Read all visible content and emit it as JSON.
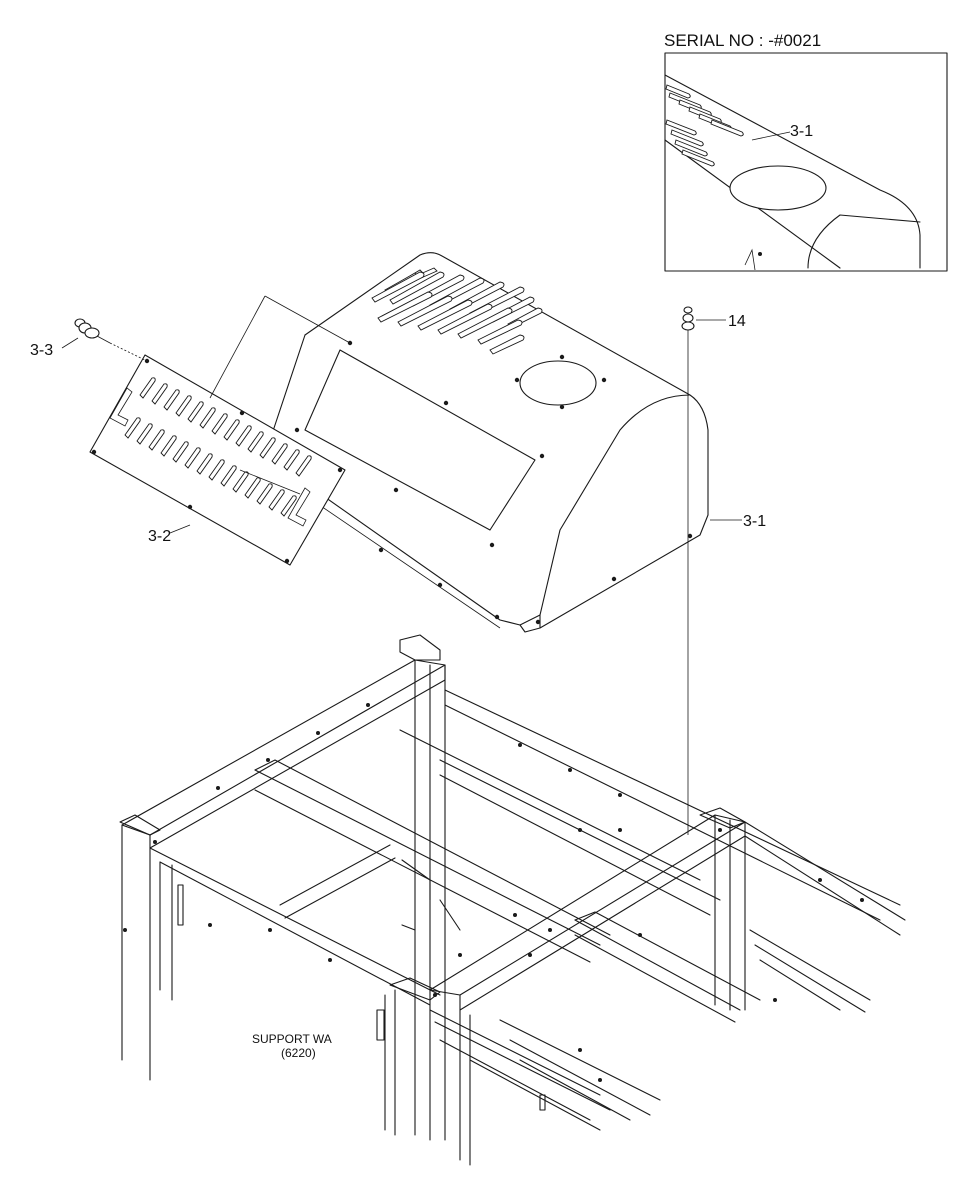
{
  "diagram": {
    "serial_label": "SERIAL NO : -#0021",
    "callouts": {
      "inset_cover": "3-1",
      "cover": "3-1",
      "bolt": "14",
      "screw": "3-3",
      "louver_plate": "3-2"
    },
    "support_label_line1": "SUPPORT WA",
    "support_label_line2": "(6220)"
  }
}
